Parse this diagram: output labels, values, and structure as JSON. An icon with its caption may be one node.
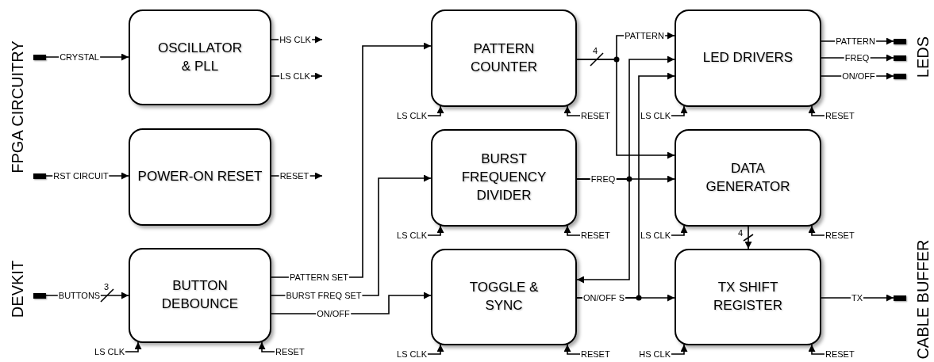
{
  "diagram": {
    "nodes": [
      {
        "text": [],
        "shape": "bar"
      },
      {
        "text": [],
        "shape": "bar"
      },
      {
        "text": [],
        "shape": "bar"
      },
      {
        "text": [
          "OSCILLATOR & PLL"
        ]
      },
      {
        "text": [
          "POWER-ON RESET"
        ]
      },
      {
        "text": [
          "BUTTON DEBOUNCE"
        ]
      },
      {
        "text": [
          "PATTERN COUNTER"
        ]
      },
      {
        "text": [
          "BURST FREQUENCY DIVIDER"
        ]
      },
      {
        "text": [
          "TOGGLE & SYNC"
        ]
      },
      {
        "text": [
          "LED DRIVERS"
        ]
      },
      {
        "text": [
          "DATA GENERATOR"
        ]
      },
      {
        "text": [
          "TX SHIFT REGISTER"
        ]
      },
      {
        "text": [],
        "shape": "bar"
      },
      {
        "text": [],
        "shape": "bar"
      },
      {
        "text": [],
        "shape": "bar"
      },
      {
        "text": [],
        "shape": "bar"
      }
    ],
    "edges": [
      {
        "from": 0,
        "to": 3,
        "arrow": "to",
        "label": "CRYSTAL"
      },
      {
        "from": 3,
        "to": null,
        "arrow": "to",
        "label": "HS CLK"
      },
      {
        "from": 3,
        "to": null,
        "arrow": "to",
        "label": "LS CLK"
      },
      {
        "from": 1,
        "to": 4,
        "arrow": "to",
        "label": "RST CIRCUIT"
      },
      {
        "from": 4,
        "to": null,
        "arrow": "to",
        "label": "RESET"
      },
      {
        "from": 2,
        "to": 5,
        "arrow": "to",
        "label": "BUTTONS"
      },
      {
        "from": 5,
        "to": 6,
        "arrow": "to",
        "label": "PATTERN SET"
      },
      {
        "from": 5,
        "to": 7,
        "arrow": "to",
        "label": "BURST FREQ SET"
      },
      {
        "from": 5,
        "to": 8,
        "arrow": "to",
        "label": "ON/OFF"
      },
      {
        "from": 6,
        "to": 9,
        "arrow": "to",
        "label": "PATTERN"
      },
      {
        "from": 6,
        "to": 10,
        "arrow": "to"
      },
      {
        "from": 7,
        "to": 10,
        "arrow": "to",
        "label": "FREQ"
      },
      {
        "from": 7,
        "to": 9,
        "arrow": "to"
      },
      {
        "from": 7,
        "to": 8,
        "arrow": "to"
      },
      {
        "from": 8,
        "to": 11,
        "arrow": "to",
        "label": "ON/OFF S"
      },
      {
        "from": 8,
        "to": 9,
        "arrow": "to"
      },
      {
        "from": 10,
        "to": 11,
        "arrow": "to"
      },
      {
        "from": 9,
        "to": 12,
        "arrow": "to",
        "label": "PATTERN"
      },
      {
        "from": 9,
        "to": 13,
        "arrow": "to",
        "label": "FREQ"
      },
      {
        "from": 9,
        "to": 14,
        "arrow": "to",
        "label": "ON/OFF"
      },
      {
        "from": 11,
        "to": 15,
        "arrow": "to",
        "label": "TX"
      },
      {
        "from": null,
        "to": 5,
        "arrow": "to",
        "label": "LS CLK"
      },
      {
        "from": null,
        "to": 5,
        "arrow": "to",
        "label": "RESET"
      },
      {
        "from": null,
        "to": 6,
        "arrow": "to",
        "label": "LS CLK"
      },
      {
        "from": null,
        "to": 6,
        "arrow": "to",
        "label": "RESET"
      },
      {
        "from": null,
        "to": 7,
        "arrow": "to",
        "label": "LS CLK"
      },
      {
        "from": null,
        "to": 7,
        "arrow": "to",
        "label": "RESET"
      },
      {
        "from": null,
        "to": 8,
        "arrow": "to",
        "label": "LS CLK"
      },
      {
        "from": null,
        "to": 8,
        "arrow": "to",
        "label": "RESET"
      },
      {
        "from": null,
        "to": 9,
        "arrow": "to",
        "label": "LS CLK"
      },
      {
        "from": null,
        "to": 9,
        "arrow": "to",
        "label": "RESET"
      },
      {
        "from": null,
        "to": 10,
        "arrow": "to",
        "label": "LS CLK"
      },
      {
        "from": null,
        "to": 10,
        "arrow": "to",
        "label": "RESET"
      },
      {
        "from": null,
        "to": 11,
        "arrow": "to",
        "label": "HS CLK"
      },
      {
        "from": null,
        "to": 11,
        "arrow": "to",
        "label": "RESET"
      }
    ],
    "labels": [
      "FPGA CIRCUITRY",
      "4",
      "LEDS",
      "4",
      "DEVKIT",
      "3",
      "CABLE BUFFER"
    ]
  }
}
